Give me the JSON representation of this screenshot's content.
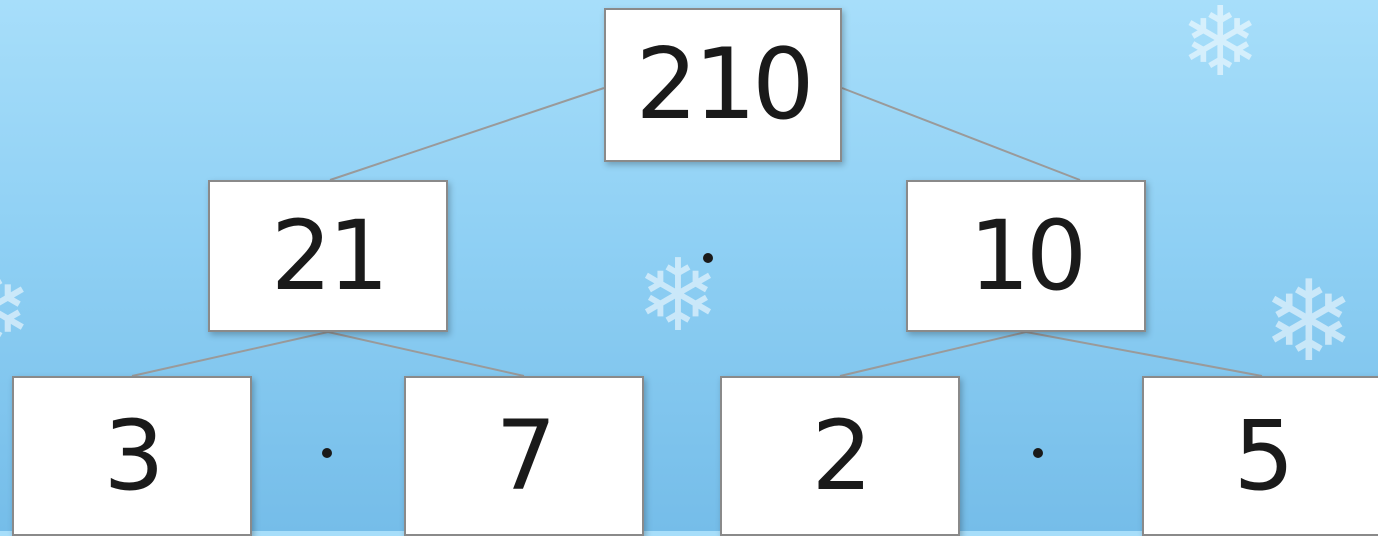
{
  "tree": {
    "root": "210",
    "left": "21",
    "right": "10",
    "left_children": [
      "3",
      "7"
    ],
    "right_children": [
      "2",
      "5"
    ]
  },
  "operators": {
    "middle": "·",
    "left": "·",
    "right": "·"
  },
  "colors": {
    "background_top": "#a7defa",
    "background_bottom": "#75bde9",
    "box_fill": "#ffffff",
    "box_border": "#8a8a8a",
    "text": "#1a1a1a"
  },
  "decorations": {
    "background_icon": "snowflake-icon"
  }
}
